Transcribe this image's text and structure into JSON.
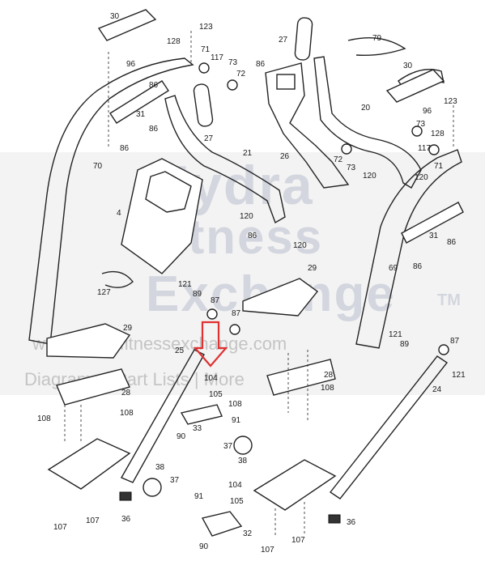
{
  "watermark": {
    "line1": "Hydra",
    "line2": "Fitness",
    "line3": "Exchange",
    "tm": "TM",
    "url": "www.hydrafitnessexchange.com",
    "tagline": "Diagrams | Part Lists | More"
  },
  "labels": [
    {
      "id": "30a",
      "text": "30"
    },
    {
      "id": "123a",
      "text": "123"
    },
    {
      "id": "128a",
      "text": "128"
    },
    {
      "id": "71a",
      "text": "71"
    },
    {
      "id": "117a",
      "text": "117"
    },
    {
      "id": "73a",
      "text": "73"
    },
    {
      "id": "72a",
      "text": "72"
    },
    {
      "id": "96a",
      "text": "96"
    },
    {
      "id": "86a",
      "text": "86"
    },
    {
      "id": "31a",
      "text": "31"
    },
    {
      "id": "86b",
      "text": "86"
    },
    {
      "id": "86c",
      "text": "86"
    },
    {
      "id": "27a",
      "text": "27"
    },
    {
      "id": "27b",
      "text": "27"
    },
    {
      "id": "79",
      "text": "79"
    },
    {
      "id": "86d",
      "text": "86"
    },
    {
      "id": "26",
      "text": "26"
    },
    {
      "id": "20",
      "text": "20"
    },
    {
      "id": "21",
      "text": "21"
    },
    {
      "id": "70",
      "text": "70"
    },
    {
      "id": "4",
      "text": "4"
    },
    {
      "id": "120a",
      "text": "120"
    },
    {
      "id": "120b",
      "text": "120"
    },
    {
      "id": "86e",
      "text": "86"
    },
    {
      "id": "30b",
      "text": "30"
    },
    {
      "id": "96b",
      "text": "96"
    },
    {
      "id": "123b",
      "text": "123"
    },
    {
      "id": "73b",
      "text": "73"
    },
    {
      "id": "128b",
      "text": "128"
    },
    {
      "id": "117b",
      "text": "117"
    },
    {
      "id": "71b",
      "text": "71"
    },
    {
      "id": "72b",
      "text": "72"
    },
    {
      "id": "73c",
      "text": "73"
    },
    {
      "id": "120c",
      "text": "120"
    },
    {
      "id": "120d",
      "text": "120"
    },
    {
      "id": "31b",
      "text": "31"
    },
    {
      "id": "86f",
      "text": "86"
    },
    {
      "id": "86g",
      "text": "86"
    },
    {
      "id": "69",
      "text": "69"
    },
    {
      "id": "127",
      "text": "127"
    },
    {
      "id": "121a",
      "text": "121"
    },
    {
      "id": "89a",
      "text": "89"
    },
    {
      "id": "87a",
      "text": "87"
    },
    {
      "id": "87b",
      "text": "87"
    },
    {
      "id": "29a",
      "text": "29"
    },
    {
      "id": "29b",
      "text": "29"
    },
    {
      "id": "25",
      "text": "25"
    },
    {
      "id": "104a",
      "text": "104"
    },
    {
      "id": "105a",
      "text": "105"
    },
    {
      "id": "28a",
      "text": "28"
    },
    {
      "id": "28b",
      "text": "28"
    },
    {
      "id": "108a",
      "text": "108"
    },
    {
      "id": "108b",
      "text": "108"
    },
    {
      "id": "108c",
      "text": "108"
    },
    {
      "id": "108d",
      "text": "108"
    },
    {
      "id": "121b",
      "text": "121"
    },
    {
      "id": "89b",
      "text": "89"
    },
    {
      "id": "87c",
      "text": "87"
    },
    {
      "id": "121c",
      "text": "121"
    },
    {
      "id": "24",
      "text": "24"
    },
    {
      "id": "91a",
      "text": "91"
    },
    {
      "id": "90a",
      "text": "90"
    },
    {
      "id": "33",
      "text": "33"
    },
    {
      "id": "37a",
      "text": "37"
    },
    {
      "id": "38a",
      "text": "38"
    },
    {
      "id": "38b",
      "text": "38"
    },
    {
      "id": "37b",
      "text": "37"
    },
    {
      "id": "91b",
      "text": "91"
    },
    {
      "id": "104b",
      "text": "104"
    },
    {
      "id": "105b",
      "text": "105"
    },
    {
      "id": "36a",
      "text": "36"
    },
    {
      "id": "36b",
      "text": "36"
    },
    {
      "id": "107a",
      "text": "107"
    },
    {
      "id": "107b",
      "text": "107"
    },
    {
      "id": "107c",
      "text": "107"
    },
    {
      "id": "107d",
      "text": "107"
    },
    {
      "id": "32",
      "text": "32"
    },
    {
      "id": "90b",
      "text": "90"
    }
  ],
  "highlight": {
    "color": "#e03030"
  }
}
